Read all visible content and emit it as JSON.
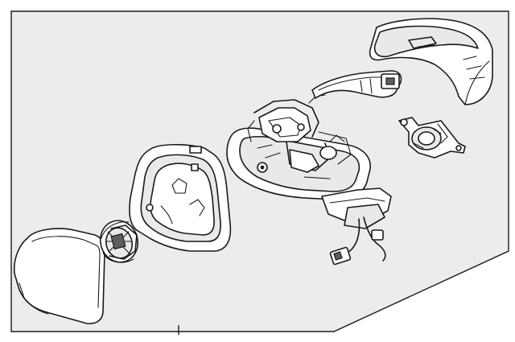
{
  "diagram": {
    "type": "exploded-parts-illustration",
    "colors": {
      "background": "#ffffff",
      "panel": "#ececec",
      "line": "#1a1a1a",
      "part_fill": "#ffffff",
      "part_shade": "#e9e9e9"
    },
    "parts": [
      "mirror-glass",
      "glass-actuator",
      "mirror-frame-bezel",
      "mirror-housing-assembly",
      "turn-signal-lamp",
      "mirror-cover-cap",
      "power-fold-motor",
      "wiring-harness-connector"
    ]
  }
}
